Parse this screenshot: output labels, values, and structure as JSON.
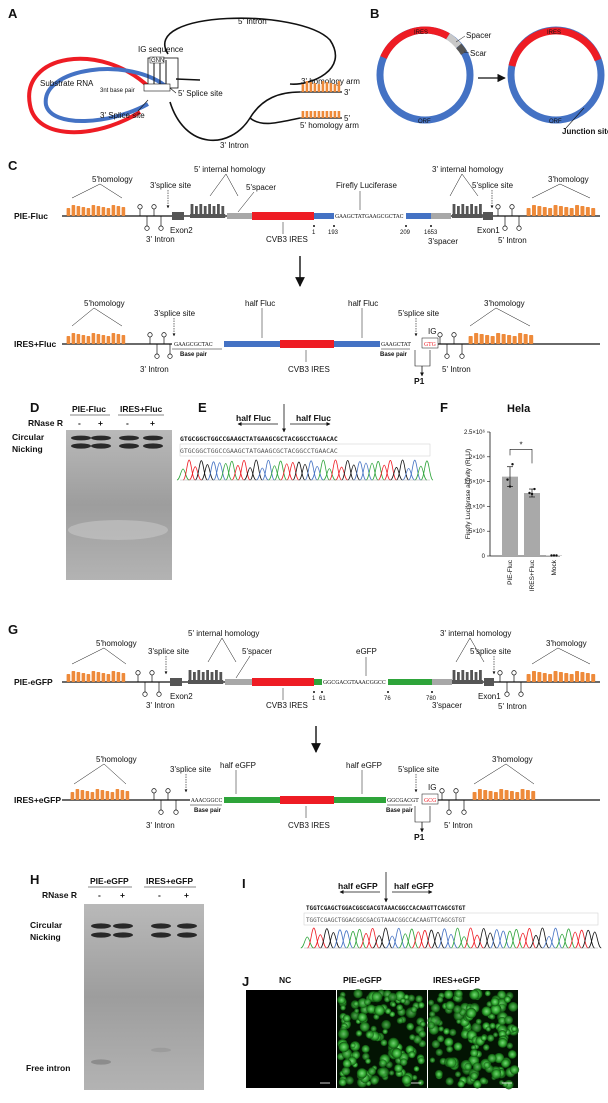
{
  "panels": {
    "A": "A",
    "B": "B",
    "C": "C",
    "D": "D",
    "E": "E",
    "F": "F",
    "G": "G",
    "H": "H",
    "I": "I",
    "J": "J"
  },
  "panelA": {
    "intron5": "5' Intron",
    "ig_sequence": "IG sequence",
    "gnn": "GNN",
    "substrate": "Substrate RNA",
    "base_pair3": "3nt base pair",
    "splice5": "5' Splice site",
    "splice3": "3' Splice site",
    "arm3": "3' homology arm",
    "arm5": "5' homology arm",
    "intron3": "3' Intron",
    "end3": "3'",
    "end5": "5'"
  },
  "panelB": {
    "ires": "IRES",
    "spacer": "Spacer",
    "scar": "Scar",
    "orf": "ORF",
    "junction": "Junction site"
  },
  "panelC": {
    "row1_label": "PIE-Fluc",
    "homology5": "5'homology",
    "internal5": "5' internal homology",
    "splice3": "3'splice site",
    "spacer5": "5'spacer",
    "fluc": "Firefly Luciferase",
    "internal3": "3' internal homology",
    "splice5": "5'splice site",
    "homology3": "3'homology",
    "intron3": "3' Intron",
    "exon2": "Exon2",
    "ires": "CVB3 IRES",
    "seq_mid": "GAAGCTATGAAGCGCTAC",
    "n1": "1",
    "n193": "193",
    "n209": "209",
    "n1653": "1653",
    "spacer3": "3'spacer",
    "exon1": "Exon1",
    "intron5": "5' Intron",
    "row2_label": "IRES+Fluc",
    "seq_left": "GAAGCGCTAC",
    "half1": "half Fluc",
    "half2": "half Fluc",
    "seq_right": "GAAGCTAT",
    "ig": "IG",
    "gtg": "GTG",
    "base_pair": "Base pair",
    "base_pair_r": "Base pair",
    "p1": "P1"
  },
  "panelD": {
    "g1": "PIE-Fluc",
    "g2": "IRES+Fluc",
    "rnase": "RNase R",
    "signs": [
      "-",
      "+",
      "-",
      "+"
    ],
    "circular": "Circular",
    "nicking": "Nicking"
  },
  "panelE": {
    "half1": "half Fluc",
    "half2": "half Fluc",
    "seq1": "GTGCGGCTGGCCGAAGCTATGAAGCGCTACGGCCTGAACAC",
    "seq2": "GTGCGGCTGGCCGAAGCTATGAAGCGCTACGGCCTGAACAC"
  },
  "chart_data": {
    "type": "bar",
    "title": "Hela",
    "ylabel": "Firefly Luciferase activity (RLU)",
    "categories": [
      "PIE-Fluc",
      "IRES+Fluc",
      "Mock"
    ],
    "values": [
      1600000,
      1270000,
      10000
    ],
    "errors": [
      200000,
      80000,
      0
    ],
    "points": [
      [
        1540000,
        1400000,
        1850000
      ],
      [
        1270000,
        1250000,
        1350000
      ],
      [
        10000,
        10000,
        10000
      ]
    ],
    "ylim": [
      0,
      2500000
    ],
    "yticks": [
      0,
      500000,
      1000000,
      1500000,
      2000000,
      2500000
    ],
    "ytick_labels": [
      "0",
      "5×10⁵",
      "1×10⁶",
      "1.5×10⁶",
      "2×10⁶",
      "2.5×10⁶"
    ],
    "significance": "*",
    "bar_color": "#a9a9a9"
  },
  "panelG": {
    "row1_label": "PIE-eGFP",
    "homology5": "5'homology",
    "internal5": "5' internal homology",
    "splice3": "3'splice site",
    "spacer5": "5'spacer",
    "egfp": "eGFP",
    "internal3": "3' internal homology",
    "splice5": "5'splice site",
    "homology3": "3'homology",
    "intron3": "3' Intron",
    "exon2": "Exon2",
    "ires": "CVB3 IRES",
    "seq_mid": "GGCGACGTAAACGGCC",
    "n1": "1",
    "n61": "61",
    "n76": "76",
    "n780": "780",
    "spacer3": "3'spacer",
    "exon1": "Exon1",
    "intron5": "5' Intron",
    "row2_label": "IRES+eGFP",
    "seq_left": "AAACGGCC",
    "half1": "half eGFP",
    "half2": "half eGFP",
    "seq_right": "GGCGACGT",
    "ig": "IG",
    "gcg": "GCG",
    "base_pair": "Base pair",
    "base_pair_r": "Base pair",
    "p1": "P1"
  },
  "panelH": {
    "g1": "PIE-eGFP",
    "g2": "IRES+eGFP",
    "rnase": "RNase R",
    "signs": [
      "-",
      "+",
      "-",
      "+"
    ],
    "circular": "Circular",
    "nicking": "Nicking",
    "free_intron": "Free intron"
  },
  "panelI": {
    "half1": "half eGFP",
    "half2": "half eGFP",
    "seq1": "TGGTCGAGCTGGACGGCGACGTAAACGGCCACAAGTTCAGCGTGT",
    "seq2": "TGGTCGAGCTGGACGGCGACGTAAACGGCCACAAGTTCAGCGTGT"
  },
  "panelJ": {
    "nc": "NC",
    "pie": "PIE-eGFP",
    "ires": "IRES+eGFP"
  },
  "colors": {
    "red": "#ee1c24",
    "blue": "#4472c4",
    "green": "#2ea43a",
    "gray": "#a8a8a8",
    "dark": "#555555",
    "orange": "#ee8a3a"
  }
}
